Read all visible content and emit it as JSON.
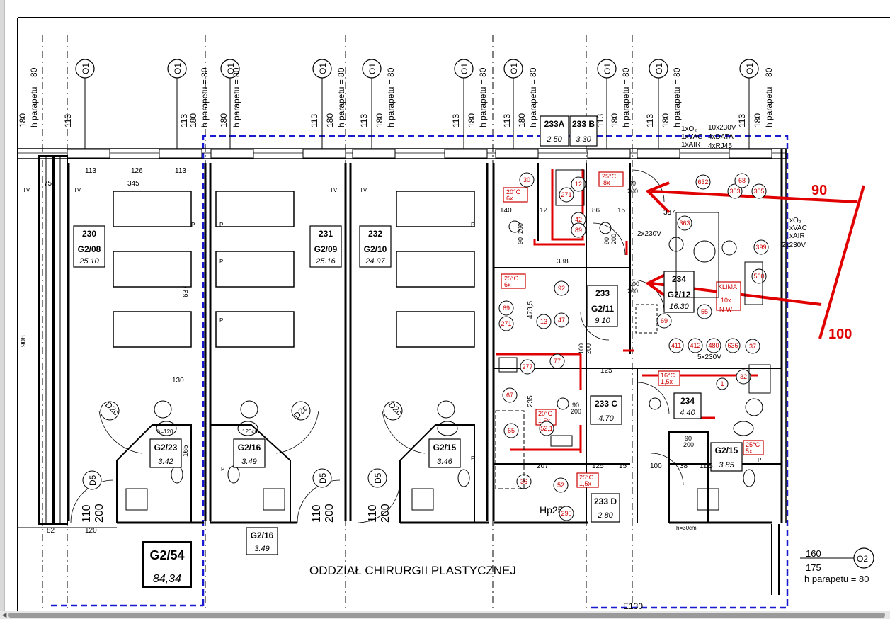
{
  "title": "ODDZIAŁ CHIRURGII PLASTYCZNEJ",
  "colors": {
    "line": "#000000",
    "annotation": "#e00000",
    "zone": "#1a1ad0",
    "equipment": "#cc0000"
  },
  "window_top": [
    {
      "a": "180",
      "b": "h parapetu = 80"
    },
    {
      "a": "113",
      "b": "180",
      "c": "h parapetu = 80"
    },
    {
      "a": "113",
      "b": "180",
      "c": "h parapetu = 80"
    },
    {
      "a": "113",
      "b": "180",
      "c": "h parapetu = 80"
    },
    {
      "a": "113",
      "b": "180",
      "c": "h parapetu = 80"
    },
    {
      "a": "113",
      "b": "180",
      "c": "h parapetu = 80"
    }
  ],
  "window_tag": "O1",
  "door_tag": "D5",
  "door_tag2": "D2c",
  "window_tag2": "O2",
  "window_o2": {
    "a": "160",
    "b": "175",
    "c": "h parapetu = 80"
  },
  "rooms": [
    {
      "num": "230",
      "code": "G2/08",
      "area": "25.10"
    },
    {
      "num": "231",
      "code": "G2/09",
      "area": "25.16"
    },
    {
      "num": "232",
      "code": "G2/10",
      "area": "24.97"
    },
    {
      "num": "233",
      "code": "G2/11",
      "area": "9.10"
    },
    {
      "num": "234",
      "code": "G2/12",
      "area": "16.30"
    },
    {
      "num": "234",
      "code": "",
      "area": "4.40"
    },
    {
      "num": "233 C",
      "code": "",
      "area": "4.70"
    },
    {
      "num": "233 D",
      "code": "",
      "area": "2.80"
    },
    {
      "num": "233A",
      "code": "",
      "area": "2.50"
    },
    {
      "num": "233 B",
      "code": "",
      "area": "3.30"
    }
  ],
  "baths": [
    {
      "code": "G2/23",
      "area": "3.42"
    },
    {
      "code": "G2/16",
      "area": "3.49"
    },
    {
      "code": "G2/15",
      "area": "3.46"
    },
    {
      "code": "G2/16",
      "area": "3.49"
    },
    {
      "code": "G2/15",
      "area": "3.85"
    }
  ],
  "corridor": {
    "code": "G2/54",
    "area": "84,34"
  },
  "hp": "Hp25",
  "dims": [
    "345",
    "113",
    "126",
    "113",
    "75",
    "637",
    "908",
    "130",
    "82",
    "120",
    "338",
    "86",
    "15",
    "337",
    "125",
    "207",
    "125",
    "15",
    "100",
    "38",
    "11,5",
    "140",
    "12",
    "473,5",
    "235",
    "165",
    "120cm",
    "h=120",
    "h=30cm"
  ],
  "door_dims": [
    "90",
    "200",
    "100",
    "110"
  ],
  "callouts": {
    "left": "90",
    "right": "100"
  },
  "installs": [
    "1xO₂",
    "1xVAC",
    "1xAIR",
    "10x230V",
    "4xDATA",
    "4xRJ45",
    "xO₂",
    "xVAC",
    "xAIR",
    "2x230V",
    "5x230V",
    "2x230V"
  ],
  "temps": [
    {
      "t": "25°C",
      "n": "8x"
    },
    {
      "t": "20°C",
      "n": "6x"
    },
    {
      "t": "25°C",
      "n": "6x"
    },
    {
      "t": "20°C",
      "n": "1,5x"
    },
    {
      "t": "16°C",
      "n": "1,5x"
    },
    {
      "t": "25°C",
      "n": "1,5x"
    },
    {
      "t": "25°C",
      "n": "5x"
    }
  ],
  "klima": {
    "a": "KLIMA",
    "b": "10x",
    "c": "N-W"
  },
  "equip": [
    "30",
    "271",
    "12",
    "42",
    "89",
    "632",
    "303",
    "68",
    "305",
    "363",
    "399",
    "560",
    "92",
    "69",
    "271",
    "13",
    "47",
    "69",
    "411",
    "412",
    "480",
    "636",
    "37",
    "55",
    "277",
    "77",
    "32",
    "67",
    "65",
    "52,1",
    "36",
    "52",
    "290",
    "1"
  ],
  "tv": "TV",
  "p": "P",
  "e130": "E130"
}
